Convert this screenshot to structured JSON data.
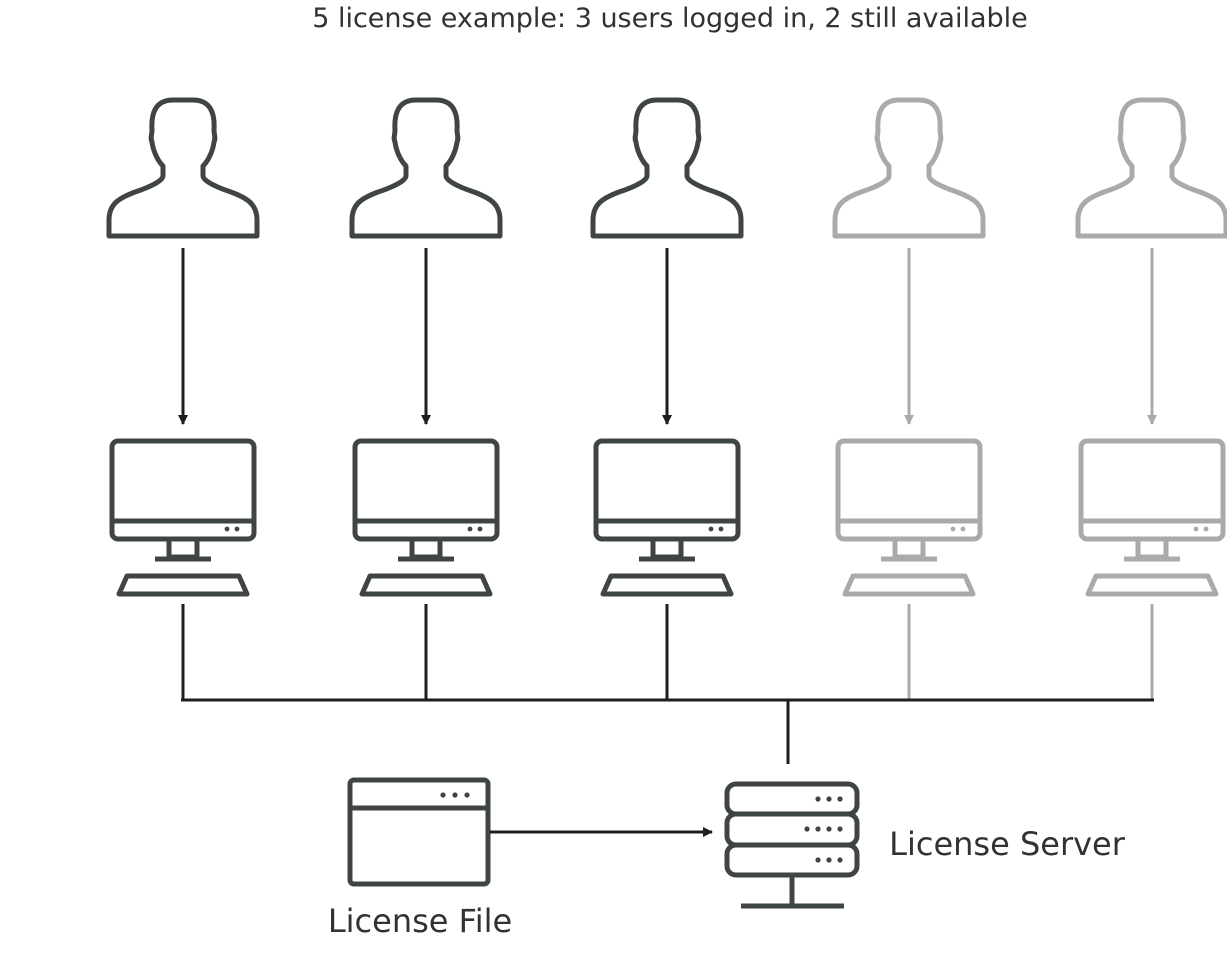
{
  "title": "5 license example: 3 users logged in, 2 still available",
  "colors": {
    "active": "#3f4545",
    "inactive": "#a9abab",
    "arrow_active": "#1e1e1e",
    "text": "#2f3333"
  },
  "licenses": [
    {
      "status": "logged-in"
    },
    {
      "status": "logged-in"
    },
    {
      "status": "logged-in"
    },
    {
      "status": "available"
    },
    {
      "status": "available"
    }
  ],
  "license_file": {
    "label": "License File",
    "icon": "browser-window-icon"
  },
  "license_server": {
    "label": "License Server",
    "icon": "server-rack-icon"
  }
}
